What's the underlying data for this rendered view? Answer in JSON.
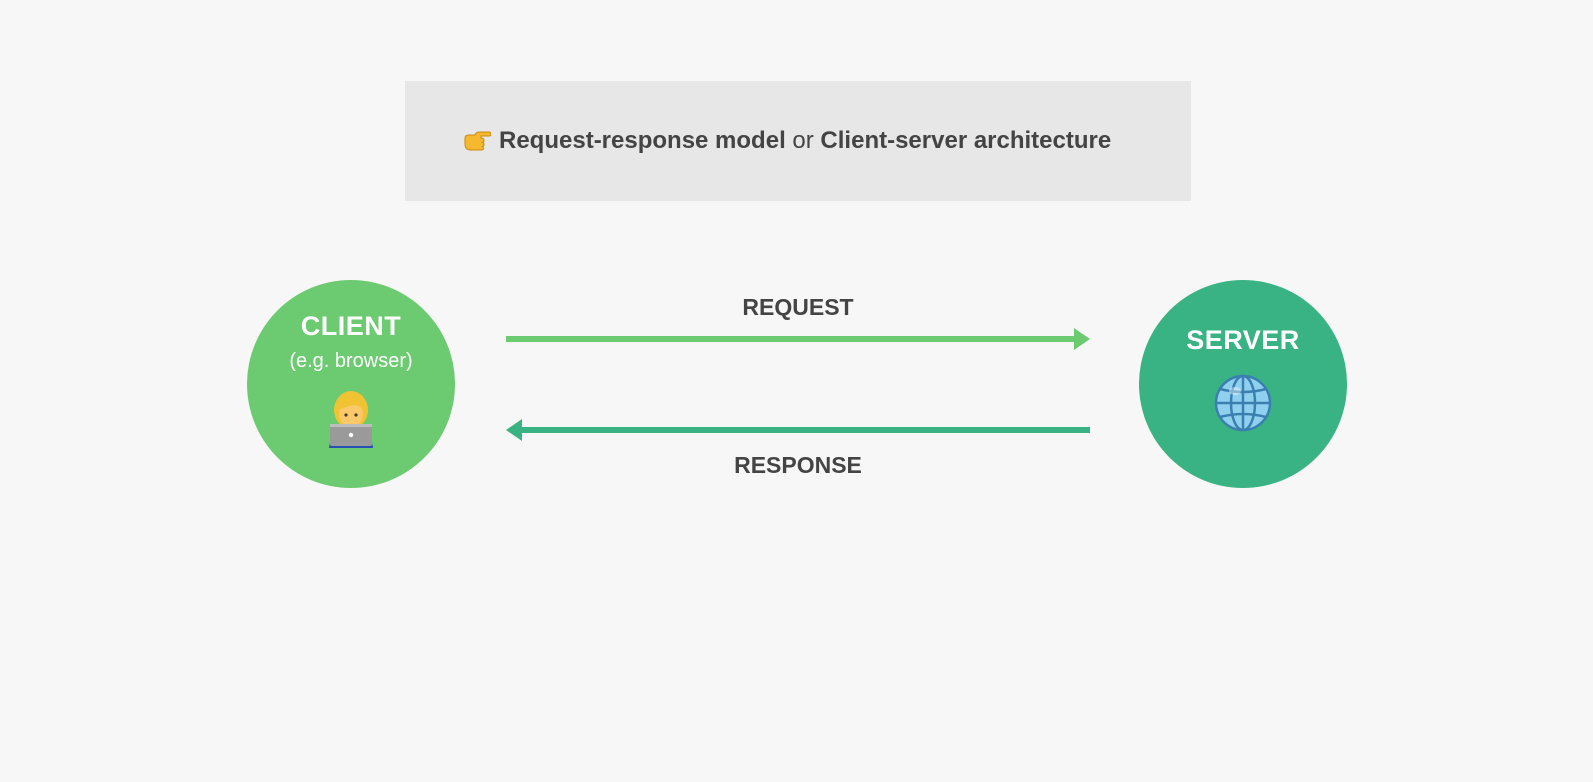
{
  "banner": {
    "icon": "pointing-hand-icon",
    "part1": "Request-response model",
    "connector": "or",
    "part2": "Client-server architecture"
  },
  "client": {
    "title": "CLIENT",
    "subtitle": "(e.g. browser)",
    "icon": "person-laptop-icon",
    "color": "#6cca70"
  },
  "server": {
    "title": "SERVER",
    "icon": "globe-icon",
    "color": "#39b383"
  },
  "request": {
    "label": "REQUEST",
    "direction": "client-to-server",
    "color": "#6cca70"
  },
  "response": {
    "label": "RESPONSE",
    "direction": "server-to-client",
    "color": "#39b383"
  },
  "colors": {
    "background": "#f7f7f7",
    "banner": "#e7e7e7",
    "text": "#444444"
  }
}
